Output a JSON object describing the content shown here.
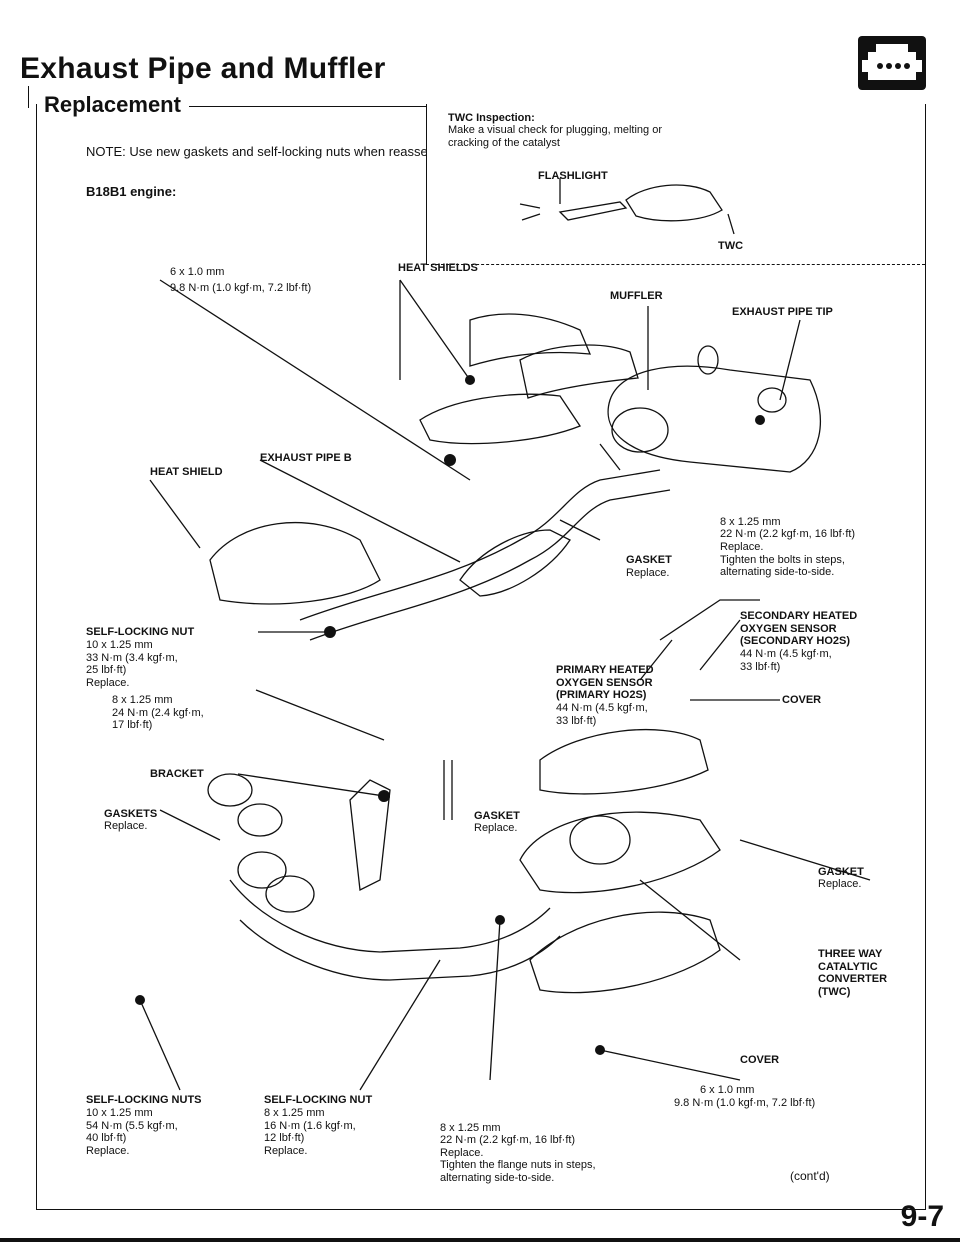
{
  "page": {
    "title": "Exhaust Pipe and Muffler",
    "subtitle": "Replacement",
    "note": "NOTE:  Use new gaskets and self-locking nuts when reassembling.",
    "engine": "B18B1 engine:",
    "page_number": "9-7",
    "contd": "(cont'd)"
  },
  "twc_inspection": {
    "heading": "TWC Inspection:",
    "text": "Make a visual check for plugging, melting or\ncracking of the catalyst",
    "flashlight": "FLASHLIGHT",
    "twc": "TWC"
  },
  "labels": {
    "bolt_6x10_top": "6 x 1.0 mm",
    "bolt_6x10_top_torque": "9.8 N·m (1.0 kgf·m, 7.2 lbf·ft)",
    "heat_shields": "HEAT SHIELDS",
    "muffler": "MUFFLER",
    "exhaust_pipe_tip": "EXHAUST PIPE TIP",
    "exhaust_pipe_b": "EXHAUST PIPE B",
    "heat_shield": "HEAT SHIELD",
    "bolt_8x125_muffler": "8 x 1.25 mm",
    "bolt_8x125_muffler_torque": "22 N·m (2.2 kgf·m, 16 lbf·ft)",
    "bolt_8x125_muffler_note": "Replace.\nTighten the bolts in steps,\nalternating side-to-side.",
    "gasket_muffler": "GASKET",
    "gasket_muffler_note": "Replace.",
    "secondary_sensor": "SECONDARY HEATED\nOXYGEN SENSOR\n(SECONDARY HO2S)",
    "secondary_sensor_torque": "44 N·m (4.5 kgf·m,\n33 lbf·ft)",
    "self_locking_nut_a": "SELF-LOCKING NUT",
    "self_locking_nut_a_spec": "10 x 1.25 mm\n33 N·m (3.4 kgf·m,\n25 lbf·ft)\nReplace.",
    "primary_sensor": "PRIMARY HEATED\nOXYGEN SENSOR\n(PRIMARY HO2S)",
    "primary_sensor_torque": "44 N·m (4.5 kgf·m,\n33 lbf·ft)",
    "cover_top": "COVER",
    "bolt_8x125_bracket": "8 x 1.25 mm\n24 N·m (2.4 kgf·m,\n17 lbf·ft)",
    "bracket": "BRACKET",
    "gaskets": "GASKETS",
    "gaskets_note": "Replace.",
    "gasket_mid": "GASKET",
    "gasket_mid_note": "Replace.",
    "gasket_right": "GASKET",
    "gasket_right_note": "Replace.",
    "twc_label": "THREE WAY\nCATALYTIC\nCONVERTER\n(TWC)",
    "cover_bottom": "COVER",
    "self_locking_nuts_b": "SELF-LOCKING NUTS",
    "self_locking_nuts_b_spec": "10 x 1.25 mm\n54 N·m (5.5 kgf·m,\n40 lbf·ft)\nReplace.",
    "self_locking_nut_c": "SELF-LOCKING NUT",
    "self_locking_nut_c_spec": "8 x 1.25 mm\n16 N·m (1.6 kgf·m,\n12 lbf·ft)\nReplace.",
    "bolt_8x125_flange": "8 x 1.25 mm",
    "bolt_8x125_flange_spec": "22 N·m (2.2 kgf·m, 16 lbf·ft)\nReplace.\nTighten the flange nuts in steps,\nalternating side-to-side.",
    "bolt_6x10_bottom": "6 x 1.0 mm",
    "bolt_6x10_bottom_torque": "9.8 N·m (1.0 kgf·m, 7.2 lbf·ft)"
  }
}
